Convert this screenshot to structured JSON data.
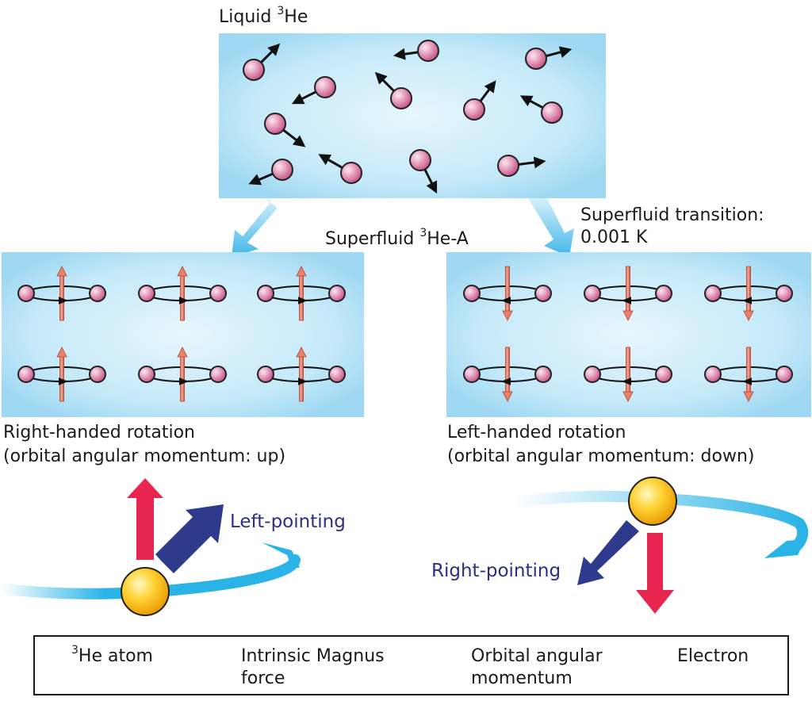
{
  "labels": {
    "liquid_prefix": "Liquid ",
    "liquid_sup": "3",
    "liquid_suffix": "He",
    "superfluid_a_prefix": "Superfluid ",
    "superfluid_a_sup": "3",
    "superfluid_a_suffix": "He-A",
    "transition_line1": "Superfluid transition:",
    "transition_line2": "0.001 K",
    "right_handed_line1": "Right-handed rotation",
    "right_handed_line2": "(orbital angular momentum: up)",
    "left_handed_line1": "Left-handed rotation",
    "left_handed_line2": "(orbital angular momentum: down)",
    "left_pointing": "Left-pointing",
    "right_pointing": "Right-pointing"
  },
  "legend": {
    "atom_sup": "3",
    "atom_label": "He atom",
    "magnus_line1": "Intrinsic Magnus",
    "magnus_line2": "force",
    "orbital_line1": "Orbital angular",
    "orbital_line2": "momentum",
    "electron_label": "Electron"
  },
  "colors": {
    "liquid_box": "#aee0f6",
    "atom": "#d8709a",
    "magnus_arrow": "#2e3a8c",
    "orbital_arrow": "#e8264f",
    "electron": "#f5b800",
    "orbit_ring": "#2ab3e6",
    "spin_arrow": "#d85a4a"
  },
  "panels": {
    "right_handed_momentum": "up",
    "left_handed_momentum": "down"
  }
}
